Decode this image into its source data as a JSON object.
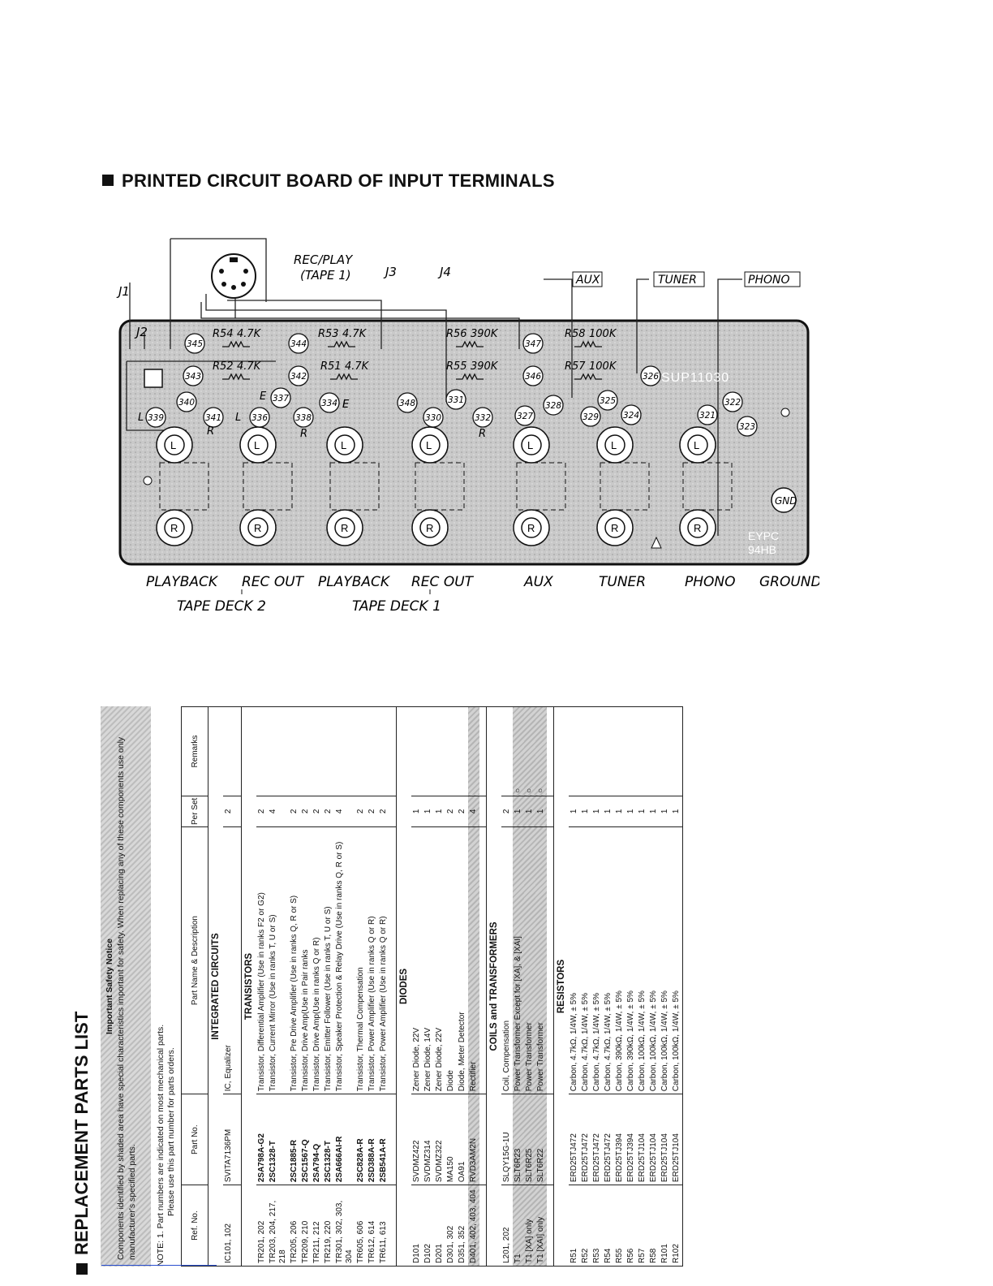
{
  "pcb": {
    "title": "PRINTED CIRCUIT BOARD OF INPUT TERMINALS",
    "board_code": "SUP11030",
    "board_mark_1": "EYPC",
    "board_mark_2": "94HB",
    "gnd": "GND",
    "connector_label_1": "REC/PLAY",
    "connector_label_2": "(TAPE 1)",
    "jumpers": [
      "J1",
      "J2",
      "J3",
      "J4"
    ],
    "tags": [
      "AUX",
      "TUNER",
      "PHONO"
    ],
    "resistors": [
      {
        "label": "R54",
        "value": "4.7K"
      },
      {
        "label": "R53",
        "value": "4.7K"
      },
      {
        "label": "R52",
        "value": "4.7K"
      },
      {
        "label": "R51",
        "value": "4.7K"
      },
      {
        "label": "R56",
        "value": "390K"
      },
      {
        "label": "R55",
        "value": "390K"
      },
      {
        "label": "R58",
        "value": "100K"
      },
      {
        "label": "R57",
        "value": "100K"
      }
    ],
    "pads": [
      "345",
      "344",
      "343",
      "342",
      "347",
      "346",
      "337",
      "334",
      "348",
      "331",
      "340",
      "339",
      "341",
      "336",
      "338",
      "330",
      "332",
      "327",
      "328",
      "329",
      "326",
      "325",
      "324",
      "322",
      "321",
      "323"
    ],
    "jack_l": "L",
    "jack_r": "R",
    "pin_letters": [
      "E",
      "R",
      "E",
      "E",
      "L",
      "R",
      "L",
      "R"
    ],
    "bottom_labels": [
      "PLAYBACK",
      "REC OUT",
      "PLAYBACK",
      "REC OUT",
      "AUX",
      "TUNER",
      "PHONO",
      "GROUND"
    ],
    "group_labels": [
      "TAPE DECK 2",
      "TAPE DECK 1"
    ]
  },
  "parts": {
    "title": "REPLACEMENT PARTS LIST",
    "notice_title": "Important Safety Notice",
    "notice_text": "Components identified by shaded area have special characteristics important for safety. When replacing any of these components use only manufacturer's specified parts.",
    "note_line1": "NOTE:   1. Part numbers are indicated on most mechanical parts.",
    "note_line2": "Please use this part number for parts orders.",
    "headers": {
      "ref": "Ref. No.",
      "part": "Part No.",
      "desc": "Part Name & Description",
      "per_set": "Per Set",
      "remarks": "Remarks"
    },
    "sections": [
      {
        "title": "INTEGRATED CIRCUITS",
        "shaded": false,
        "rows": [
          {
            "ref": "IC101, 102",
            "part": "SVITA7136PM",
            "desc": "IC, Equalizer",
            "qty": "2",
            "rem": ""
          }
        ]
      },
      {
        "title": "TRANSISTORS",
        "shaded": false,
        "rows": [
          {
            "ref": "TR201, 202",
            "part": "2SA798A-G2",
            "desc": "Transistor, Differential Amplifier (Use in ranks F2 or G2)",
            "qty": "2",
            "rem": ""
          },
          {
            "ref": "TR203, 204, 217, 218",
            "part": "2SC1328-T",
            "desc": "Transistor, Current Mirror (Use in ranks T, U or S)",
            "qty": "4",
            "rem": ""
          },
          {
            "ref": "TR205, 206",
            "part": "2SC1885-R",
            "desc": "Transistor, Pre Drive Amplifier (Use in ranks Q, R or S)",
            "qty": "2",
            "rem": ""
          },
          {
            "ref": "TR209, 210",
            "part": "2SC1567-Q",
            "desc": "Transistor, Drive Amp(Use in Pair ranks",
            "qty": "2",
            "rem": ""
          },
          {
            "ref": "TR211, 212",
            "part": "2SA794-Q",
            "desc": "Transistor, Drive Amp(Use in ranks Q or R)",
            "qty": "2",
            "rem": ""
          },
          {
            "ref": "TR219, 220",
            "part": "2SC1328-T",
            "desc": "Transistor, Emitter Follower (Use in ranks T, U or S)",
            "qty": "2",
            "rem": ""
          },
          {
            "ref": "TR301, 302, 303, 304",
            "part": "2SA666AI-R",
            "desc": "Transistor, Speaker Protection & Relay Drive (Use in ranks Q, R or S)",
            "qty": "4",
            "rem": ""
          },
          {
            "ref": "TR605, 606",
            "part": "2SC828A-R",
            "desc": "Transistor, Thermal Compensation",
            "qty": "2",
            "rem": ""
          },
          {
            "ref": "TR612, 614",
            "part": "2SD388A-R",
            "desc": "Transistor, Power Amplifier (Use in ranks Q or R)",
            "qty": "2",
            "rem": ""
          },
          {
            "ref": "TR611, 613",
            "part": "2SB541A-R",
            "desc": "Transistor, Power Amplifier (Use in ranks Q or R)",
            "qty": "2",
            "rem": ""
          }
        ]
      },
      {
        "title": "DIODES",
        "shaded": false,
        "rows": [
          {
            "ref": "D101",
            "part": "SVDMZ422",
            "desc": "Zener Diode, 22V",
            "qty": "1",
            "rem": ""
          },
          {
            "ref": "D102",
            "part": "SVDMZ314",
            "desc": "Zener Diode, 14V",
            "qty": "1",
            "rem": ""
          },
          {
            "ref": "D201",
            "part": "SVDMZ322",
            "desc": "Zener Diode, 22V",
            "qty": "1",
            "rem": ""
          },
          {
            "ref": "D301, 302",
            "part": "MA150",
            "desc": "Diode",
            "qty": "2",
            "rem": ""
          },
          {
            "ref": "D351, 352",
            "part": "OA91",
            "desc": "Diode, Meter Detector",
            "qty": "2",
            "rem": ""
          },
          {
            "ref": "D401, 402, 403, 404",
            "part": "RVD3AM2N",
            "desc": "Rectifier",
            "qty": "4",
            "rem": "",
            "shaded": true
          }
        ]
      },
      {
        "title": "COILS and TRANSFORMERS",
        "shaded": false,
        "rows": [
          {
            "ref": "L201, 202",
            "part": "SLQY15G-1U",
            "desc": "Coil, Compensation",
            "qty": "2",
            "rem": ""
          },
          {
            "ref": "T1",
            "part": "SLT6R23",
            "desc": "Power Transformer Except for [XA], & [XAI]",
            "qty": "1",
            "rem": "○",
            "shaded": true
          },
          {
            "ref": "T1 [XA] only",
            "part": "SLT6R25",
            "desc": "Power Transformer",
            "qty": "1",
            "rem": "○",
            "shaded": true
          },
          {
            "ref": "T1 [XAI] only",
            "part": "SLT6R22",
            "desc": "Power Transformer",
            "qty": "1",
            "rem": "○",
            "shaded": true
          }
        ]
      },
      {
        "title": "RESISTORS",
        "shaded": false,
        "rows": [
          {
            "ref": "R51",
            "part": "ERD25TJ472",
            "desc": "Carbon,   4.7kΩ,  1/4W,  ± 5%",
            "qty": "1",
            "rem": ""
          },
          {
            "ref": "R52",
            "part": "ERD25TJ472",
            "desc": "Carbon,   4.7kΩ,  1/4W,  ± 5%",
            "qty": "1",
            "rem": ""
          },
          {
            "ref": "R53",
            "part": "ERD25TJ472",
            "desc": "Carbon,   4.7kΩ,  1/4W,  ± 5%",
            "qty": "1",
            "rem": ""
          },
          {
            "ref": "R54",
            "part": "ERD25TJ472",
            "desc": "Carbon,   4.7kΩ,  1/4W,  ± 5%",
            "qty": "1",
            "rem": ""
          },
          {
            "ref": "R55",
            "part": "ERD25TJ394",
            "desc": "Carbon,   390kΩ,  1/4W,  ± 5%",
            "qty": "1",
            "rem": ""
          },
          {
            "ref": "R56",
            "part": "ERD25TJ394",
            "desc": "Carbon,   390kΩ,  1/4W,  ± 5%",
            "qty": "1",
            "rem": ""
          },
          {
            "ref": "R57",
            "part": "ERD25TJ104",
            "desc": "Carbon,   100kΩ,  1/4W,  ± 5%",
            "qty": "1",
            "rem": ""
          },
          {
            "ref": "R58",
            "part": "ERD25TJ104",
            "desc": "Carbon,   100kΩ,  1/4W,  ± 5%",
            "qty": "1",
            "rem": ""
          },
          {
            "ref": "R101",
            "part": "ERD25TJ104",
            "desc": "Carbon,   100kΩ,  1/4W,  ± 5%",
            "qty": "1",
            "rem": ""
          },
          {
            "ref": "R102",
            "part": "ERD25TJ104",
            "desc": "Carbon,   100kΩ,  1/4W,  ± 5%",
            "qty": "1",
            "rem": ""
          }
        ]
      }
    ]
  }
}
